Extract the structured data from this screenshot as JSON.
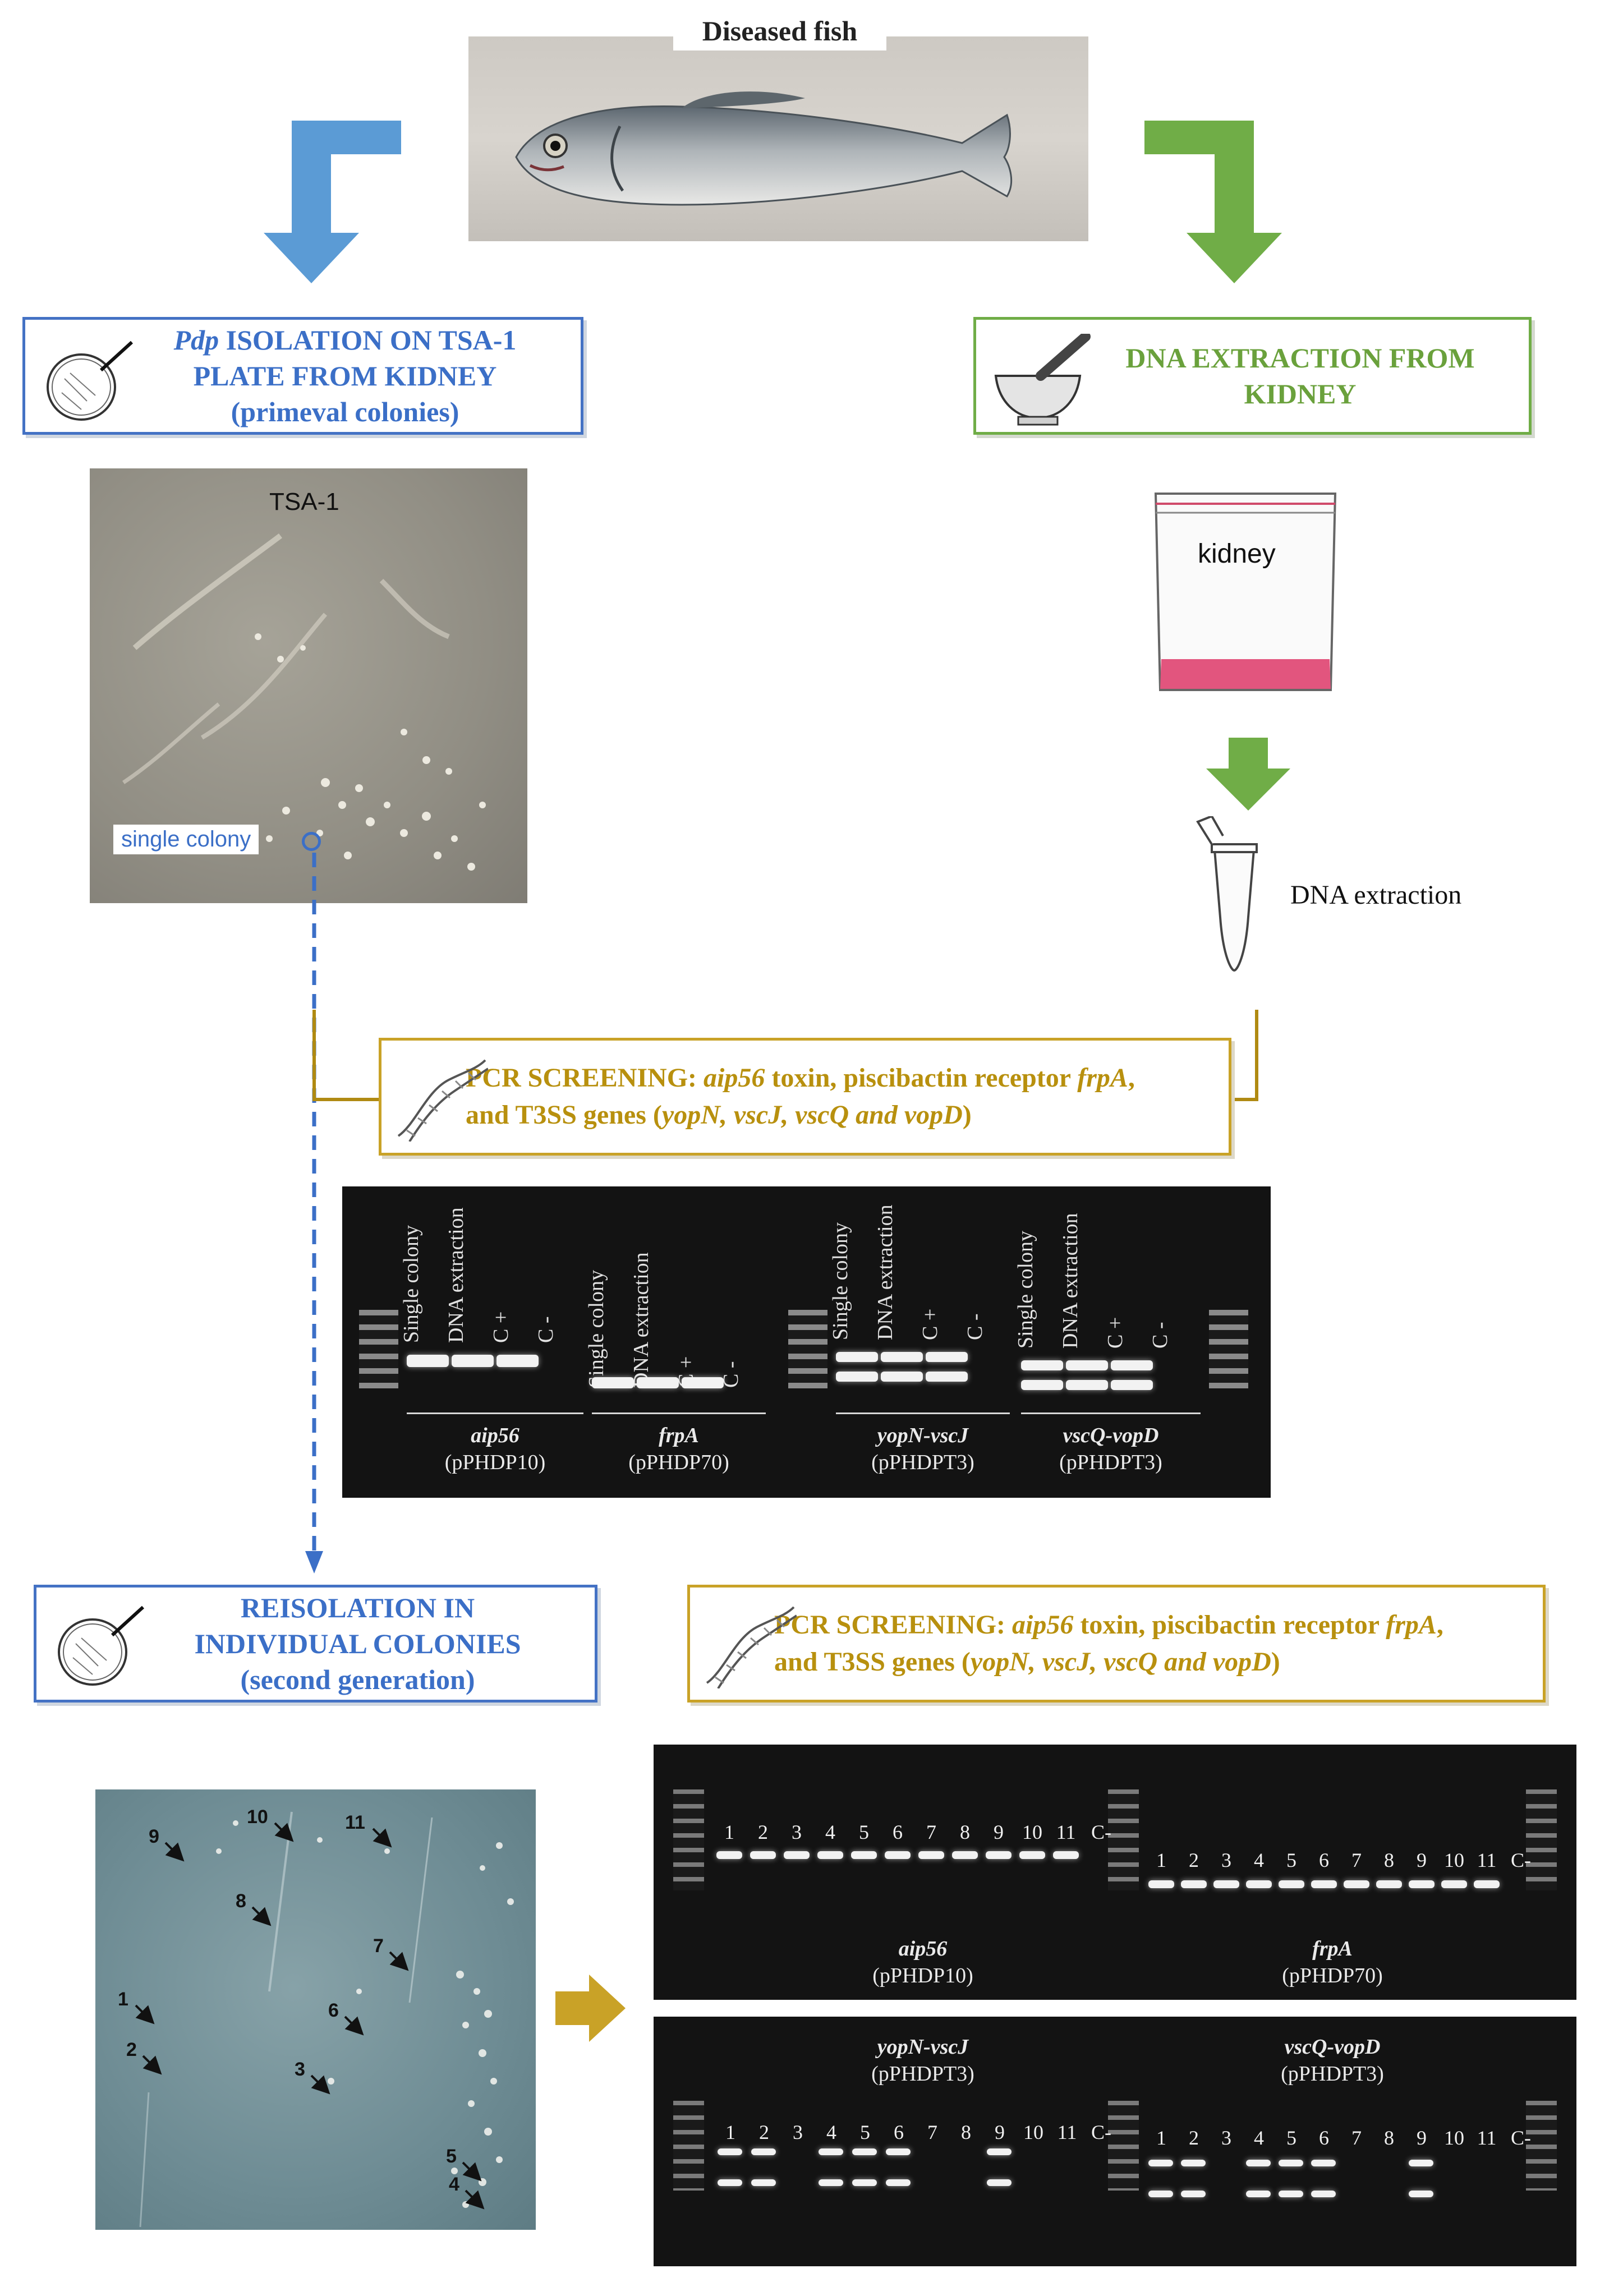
{
  "fish": {
    "caption": "Diseased fish"
  },
  "left_header": {
    "line1_italic": "Pdp",
    "line1_rest": " ISOLATION ON TSA-1",
    "line2": "PLATE FROM KIDNEY",
    "line3": "(primeval colonies)"
  },
  "right_header": {
    "line1": "DNA EXTRACTION FROM",
    "line2": "KIDNEY"
  },
  "plate1": {
    "label": "TSA-1",
    "callout": "single colony"
  },
  "bag": {
    "label": "kidney"
  },
  "tube": {
    "label": "DNA extraction"
  },
  "pcr1": {
    "t1": "PCR SCREENING: ",
    "t2": "aip56",
    "t3": " toxin, piscibactin receptor ",
    "t4": "frpA",
    "t5": ",",
    "t6": "and T3SS genes (",
    "t7": "yopN, vscJ, vscQ and vopD",
    "t8": ")"
  },
  "gel1": {
    "lane_labels": [
      "Single colony",
      "DNA extraction",
      "C +",
      "C -"
    ],
    "groups": [
      {
        "gene": "aip56",
        "plasmid": "(pPHDP10)"
      },
      {
        "gene": "frpA",
        "plasmid": "(pPHDP70)"
      },
      {
        "gene": "yopN-vscJ",
        "plasmid": "(pPHDPT3)"
      },
      {
        "gene": "vscQ-vopD",
        "plasmid": "(pPHDPT3)"
      }
    ]
  },
  "reiso": {
    "line1": "REISOLATION IN",
    "line2": "INDIVIDUAL COLONIES",
    "line3": "(second generation)"
  },
  "pcr2": {
    "t1": "PCR SCREENING: ",
    "t2": "aip56",
    "t3": " toxin, piscibactin receptor ",
    "t4": "frpA",
    "t5": ",",
    "t6": "and T3SS genes (",
    "t7": "yopN, vscJ, vscQ and vopD",
    "t8": ")"
  },
  "plate2": {
    "colonies": [
      "1",
      "2",
      "3",
      "4",
      "5",
      "6",
      "7",
      "8",
      "9",
      "10",
      "11"
    ]
  },
  "gel2": {
    "lanes": [
      "1",
      "2",
      "3",
      "4",
      "5",
      "6",
      "7",
      "8",
      "9",
      "10",
      "11",
      "C-"
    ],
    "top_left": {
      "gene": "aip56",
      "plasmid": "(pPHDP10)"
    },
    "top_right": {
      "gene": "frpA",
      "plasmid": "(pPHDP70)"
    },
    "bottom_left": {
      "gene": "yopN-vscJ",
      "plasmid": "(pPHDPT3)"
    },
    "bottom_right": {
      "gene": "vscQ-vopD",
      "plasmid": "(pPHDPT3)"
    }
  }
}
